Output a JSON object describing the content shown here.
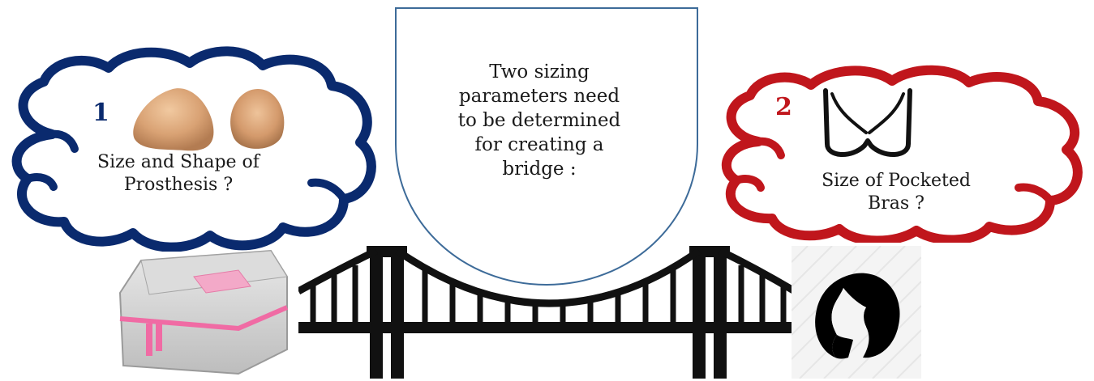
{
  "left_cloud": {
    "number": "1",
    "text_line1": "Size and Shape of",
    "text_line2": "Prosthesis ?",
    "border_color": "#0a2a6e",
    "number_color": "#0a2a6e"
  },
  "right_cloud": {
    "number": "2",
    "text_line1": "Size of Pocketed",
    "text_line2": "Bras ?",
    "border_color": "#c0161c",
    "number_color": "#c0161c"
  },
  "center_shield": {
    "lines": [
      "Two sizing",
      "parameters need",
      "to be determined",
      "for creating a",
      "bridge :"
    ],
    "border_color": "#3d6b99"
  },
  "icons": {
    "prosthesis": "breast-prosthesis-icon",
    "bra": "bra-outline-icon",
    "storage_case": "storage-case-icon",
    "bridge": "suspension-bridge-icon",
    "woman": "woman-profile-icon"
  }
}
